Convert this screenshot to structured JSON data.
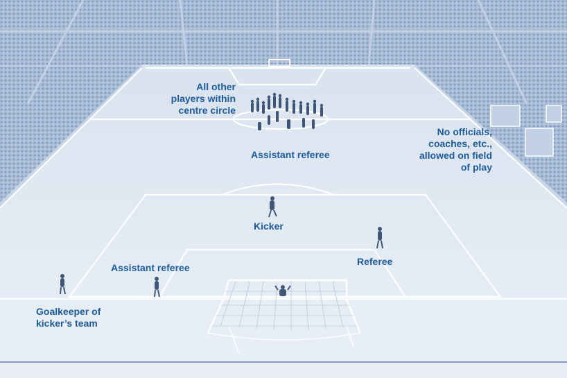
{
  "colors": {
    "label": "#1d5a9a",
    "pitch": "#e4ebf4",
    "pitch_far": "#d9e3ef",
    "stands": "#a9bcd6",
    "stands_dark": "#7f98bd",
    "lines": "#ffffff",
    "figure": "#3e5576",
    "border": "#7f98bd"
  },
  "labels": {
    "centre_circle_players": "All other\nplayers within\ncentre circle",
    "assistant_referee_far": "Assistant referee",
    "no_officials": "No officials,\ncoaches, etc.,\nallowed on field\nof play",
    "kicker": "Kicker",
    "referee": "Referee",
    "assistant_referee_near": "Assistant referee",
    "goalkeeper_kickers_team": "Goalkeeper of\nkicker’s team"
  }
}
